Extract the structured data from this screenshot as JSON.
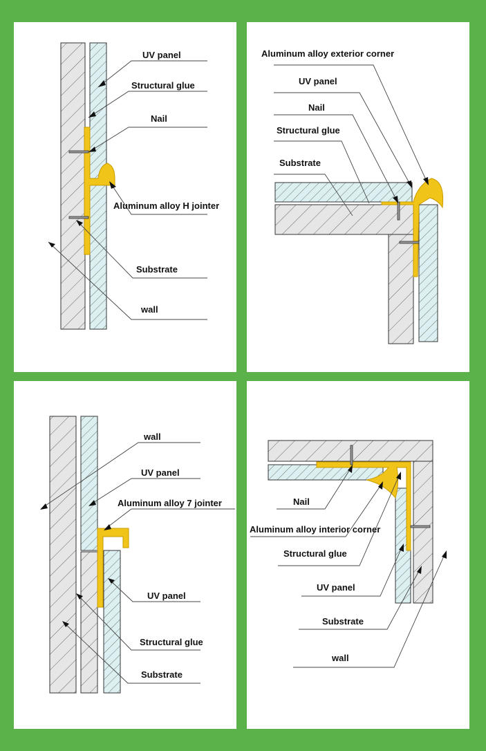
{
  "colors": {
    "frame": "#5cb24a",
    "panel": "#ffffff",
    "substrate": "#e6e6e6",
    "uv_panel": "#dcf0f2",
    "aluminum": "#f0c419"
  },
  "panels": [
    {
      "id": "h-jointer",
      "labels": [
        "UV panel",
        "Structural glue",
        "Nail",
        "Aluminum alloy H jointer",
        "Substrate",
        "wall"
      ]
    },
    {
      "id": "exterior-corner",
      "labels": [
        "Aluminum alloy exterior corner",
        "UV panel",
        "Nail",
        "Structural glue",
        "Substrate"
      ]
    },
    {
      "id": "7-jointer",
      "labels": [
        "wall",
        "UV panel",
        "Aluminum alloy 7 jointer",
        "UV panel",
        "Structural glue",
        "Substrate"
      ]
    },
    {
      "id": "interior-corner",
      "labels": [
        "Nail",
        "Aluminum alloy interior corner",
        "Structural glue",
        "UV panel",
        "Substrate",
        "wall"
      ]
    }
  ]
}
